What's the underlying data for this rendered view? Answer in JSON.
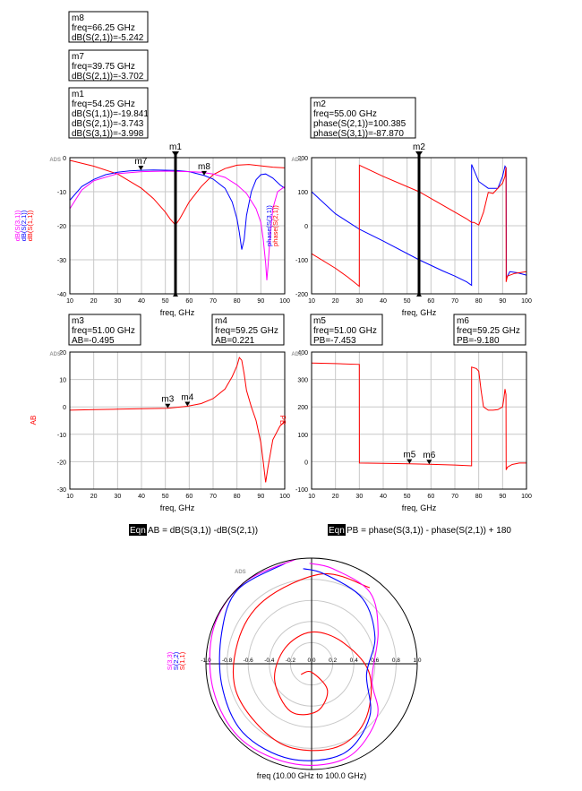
{
  "colors": {
    "red": "#ff0000",
    "blue": "#0000ff",
    "magenta": "#ff00ff",
    "grid": "#c8c8c8",
    "frame": "#000000",
    "watermark": "#9a9a9a"
  },
  "watermark": "ADS",
  "markers": {
    "m8": [
      "m8",
      "freq=66.25 GHz",
      "dB(S(2,1))=-5.242"
    ],
    "m7": [
      "m7",
      "freq=39.75 GHz",
      "dB(S(2,1))=-3.702"
    ],
    "m1": [
      "m1",
      "freq=54.25 GHz",
      "dB(S(1,1))=-19.841",
      "dB(S(2,1))=-3.743",
      "dB(S(3,1))=-3.998"
    ],
    "m2": [
      "m2",
      "freq=55.00 GHz",
      "phase(S(2,1))=100.385",
      "phase(S(3,1))=-87.870"
    ],
    "m3": [
      "m3",
      "freq=51.00 GHz",
      "AB=-0.495"
    ],
    "m4": [
      "m4",
      "freq=59.25 GHz",
      "AB=0.221"
    ],
    "m5": [
      "m5",
      "freq=51.00 GHz",
      "PB=-7.453"
    ],
    "m6": [
      "m6",
      "freq=59.25 GHz",
      "PB=-9.180"
    ]
  },
  "equations": [
    {
      "tag": "Eqn",
      "text": "AB = dB(S(3,1)) -dB(S(2,1))"
    },
    {
      "tag": "Eqn",
      "text": "PB = phase(S(3,1)) - phase(S(2,1)) + 180"
    }
  ],
  "chart_data": [
    {
      "type": "line",
      "xlabel": "freq, GHz",
      "xlim": [
        10,
        100
      ],
      "ylim": [
        -40,
        0
      ],
      "xticks": [
        "10",
        "20",
        "30",
        "40",
        "50",
        "60",
        "70",
        "80",
        "90",
        "100"
      ],
      "yticks": [
        "0",
        "-10",
        "-20",
        "-30",
        "-40"
      ],
      "ylabels_left": [
        "dB(S(3,1))",
        "dB(S(2,1))",
        "dB(S(1,1))"
      ],
      "ylabels_right": [
        "phase(S(3,1))",
        "phase(S(2,1))"
      ],
      "series": [
        {
          "name": "dB(S(1,1))",
          "color": "red",
          "x": [
            10,
            20,
            30,
            40,
            45,
            50,
            52,
            54.25,
            56,
            60,
            65,
            70,
            75,
            80,
            85,
            90,
            95,
            100
          ],
          "y": [
            -0.8,
            -2.5,
            -4.8,
            -9,
            -12,
            -16,
            -18,
            -19.8,
            -18,
            -13,
            -8.5,
            -5,
            -3.2,
            -2.2,
            -2,
            -2.4,
            -2.8,
            -3
          ]
        },
        {
          "name": "dB(S(2,1))",
          "color": "blue",
          "x": [
            10,
            15,
            20,
            25,
            30,
            35,
            39.75,
            45,
            54.25,
            60,
            66.25,
            70,
            75,
            78,
            80,
            81,
            82,
            83,
            84,
            86,
            88,
            90,
            92,
            95,
            98,
            100
          ],
          "y": [
            -12.5,
            -8.5,
            -6.4,
            -5,
            -4.3,
            -3.9,
            -3.7,
            -3.6,
            -3.74,
            -4.1,
            -5.24,
            -6.3,
            -9,
            -13,
            -18,
            -22,
            -27,
            -24,
            -17,
            -10,
            -6.5,
            -5,
            -4.8,
            -6,
            -8,
            -9
          ]
        },
        {
          "name": "dB(S(3,1))",
          "color": "magenta",
          "x": [
            10,
            15,
            20,
            30,
            40,
            50,
            54.25,
            60,
            65,
            70,
            75,
            80,
            84,
            88,
            90,
            91,
            92,
            92.5,
            93,
            94,
            95,
            97,
            100
          ],
          "y": [
            -15,
            -9.5,
            -6.8,
            -4.7,
            -4.1,
            -3.95,
            -4.0,
            -4.1,
            -4.3,
            -4.8,
            -5.8,
            -8,
            -10.5,
            -15,
            -19,
            -24,
            -31,
            -36,
            -32,
            -22,
            -15,
            -10,
            -8.5
          ]
        }
      ],
      "markers": [
        {
          "name": "m7",
          "x": 39.75,
          "y": -3.702
        },
        {
          "name": "m8",
          "x": 66.25,
          "y": -5.242
        },
        {
          "name": "m1",
          "x": 54.25,
          "y": -19.841
        }
      ]
    },
    {
      "type": "line",
      "xlabel": "freq, GHz",
      "xlim": [
        10,
        100
      ],
      "ylim": [
        -200,
        200
      ],
      "xticks": [
        "10",
        "20",
        "30",
        "40",
        "50",
        "60",
        "70",
        "80",
        "90",
        "100"
      ],
      "yticks": [
        "200",
        "100",
        "0",
        "-100",
        "-200"
      ],
      "series": [
        {
          "name": "phase(S(2,1))",
          "color": "blue",
          "x": [
            10,
            20,
            30,
            40,
            55,
            65,
            70,
            75,
            77,
            77.01,
            80,
            84,
            88,
            90,
            91,
            91.5,
            91.6,
            93,
            96,
            100
          ],
          "y": [
            100,
            35,
            -10,
            -45,
            -100,
            -133,
            -148,
            -165,
            -175,
            180,
            130,
            110,
            110,
            145,
            175,
            170,
            -155,
            -135,
            -138,
            -145
          ]
        },
        {
          "name": "phase(S(3,1))",
          "color": "red",
          "x": [
            10,
            20,
            25,
            30,
            30.01,
            40,
            55,
            65,
            70,
            75,
            77,
            78,
            80,
            82,
            84,
            86,
            88,
            90,
            91,
            91.4,
            91.5,
            92,
            95,
            100
          ],
          "y": [
            -82,
            -125,
            -150,
            -178,
            178,
            145,
            100,
            60,
            40,
            20,
            10,
            10,
            2,
            40,
            98,
            95,
            110,
            125,
            145,
            172,
            -165,
            -148,
            -140,
            -135
          ]
        }
      ],
      "markers": [
        {
          "name": "m2",
          "x": 55.0,
          "y": 100.385
        }
      ]
    },
    {
      "type": "line",
      "xlabel": "freq, GHz",
      "xlim": [
        10,
        100
      ],
      "ylim": [
        -30,
        20
      ],
      "xticks": [
        "10",
        "20",
        "30",
        "40",
        "50",
        "60",
        "70",
        "80",
        "90",
        "100"
      ],
      "yticks": [
        "20",
        "10",
        "0",
        "-10",
        "-20",
        "-30"
      ],
      "ylabel": "AB",
      "ylabel_right": "PB",
      "series": [
        {
          "name": "AB",
          "color": "red",
          "x": [
            10,
            20,
            30,
            40,
            51,
            59.25,
            65,
            70,
            75,
            78,
            80,
            81,
            82,
            83,
            84,
            86,
            88,
            90,
            91,
            92,
            93,
            95,
            98,
            100
          ],
          "y": [
            -1.2,
            -1.0,
            -0.85,
            -0.7,
            -0.495,
            0.221,
            1.2,
            3,
            6.5,
            11,
            15,
            18,
            17,
            12,
            6,
            0,
            -5,
            -13,
            -20,
            -27.5,
            -22,
            -12,
            -7,
            -5.3
          ]
        }
      ],
      "markers": [
        {
          "name": "m3",
          "x": 51.0,
          "y": -0.495
        },
        {
          "name": "m4",
          "x": 59.25,
          "y": 0.221
        }
      ]
    },
    {
      "type": "line",
      "xlabel": "freq, GHz",
      "xlim": [
        10,
        100
      ],
      "ylim": [
        -100,
        400
      ],
      "xticks": [
        "10",
        "20",
        "30",
        "40",
        "50",
        "60",
        "70",
        "80",
        "90",
        "100"
      ],
      "yticks": [
        "400",
        "300",
        "200",
        "100",
        "0",
        "-100"
      ],
      "series": [
        {
          "name": "PB",
          "color": "red",
          "x": [
            10,
            20,
            30,
            30.01,
            40,
            51,
            59.25,
            70,
            77,
            77.01,
            79,
            80,
            81,
            82,
            84,
            86,
            88,
            90,
            90.5,
            91,
            91.4,
            91.5,
            92,
            94,
            97,
            100
          ],
          "y": [
            360,
            358,
            355,
            -5,
            -6,
            -7.5,
            -9.2,
            -12,
            -15,
            345,
            340,
            330,
            260,
            200,
            188,
            188,
            190,
            200,
            230,
            265,
            245,
            -30,
            -20,
            -10,
            -5,
            -5
          ]
        }
      ],
      "markers": [
        {
          "name": "m5",
          "x": 51.0,
          "y": -7.453
        },
        {
          "name": "m6",
          "x": 59.25,
          "y": -9.18
        }
      ]
    },
    {
      "type": "polar",
      "xlabel": "freq (10.00 GHz to 100.0 GHz)",
      "rticks": [
        "-1.0",
        "-0.8",
        "-0.6",
        "-0.4",
        "-0.2",
        "0.0",
        "0.2",
        "0.4",
        "0.6",
        "0.8",
        "1.0"
      ],
      "ylabels": [
        "S(3,3)",
        "S(2,2)",
        "S(1,1)"
      ],
      "series": [
        {
          "name": "S(1,1)",
          "color": "red",
          "points": [
            [
              0.55,
              0.72
            ],
            [
              0.1,
              0.85
            ],
            [
              -0.45,
              0.6
            ],
            [
              -0.7,
              0.2
            ],
            [
              -0.7,
              -0.3
            ],
            [
              -0.3,
              -0.75
            ],
            [
              0.2,
              -0.8
            ],
            [
              0.5,
              -0.55
            ],
            [
              0.55,
              -0.1
            ],
            [
              0.3,
              0.2
            ],
            [
              0,
              0.3
            ],
            [
              -0.25,
              0.15
            ],
            [
              -0.35,
              -0.15
            ],
            [
              -0.2,
              -0.45
            ],
            [
              0.05,
              -0.45
            ],
            [
              0.15,
              -0.25
            ],
            [
              0,
              -0.08
            ],
            [
              -0.1,
              -0.1
            ]
          ]
        },
        {
          "name": "S(2,2)",
          "color": "blue",
          "points": [
            [
              -0.25,
              0.95
            ],
            [
              -0.7,
              0.7
            ],
            [
              -0.85,
              0.3
            ],
            [
              -0.85,
              -0.2
            ],
            [
              -0.65,
              -0.65
            ],
            [
              -0.2,
              -0.9
            ],
            [
              0.3,
              -0.85
            ],
            [
              0.55,
              -0.5
            ],
            [
              0.52,
              -0.1
            ],
            [
              0.6,
              0.25
            ],
            [
              0.48,
              0.62
            ],
            [
              0.12,
              0.85
            ],
            [
              -0.08,
              0.9
            ]
          ]
        },
        {
          "name": "S(3,3)",
          "color": "magenta",
          "points": [
            [
              -0.15,
              0.99
            ],
            [
              -0.65,
              0.76
            ],
            [
              -0.93,
              0.33
            ],
            [
              -0.93,
              -0.25
            ],
            [
              -0.66,
              -0.72
            ],
            [
              -0.15,
              -0.95
            ],
            [
              0.35,
              -0.88
            ],
            [
              0.62,
              -0.5
            ],
            [
              0.57,
              -0.15
            ],
            [
              0.63,
              0.3
            ],
            [
              0.55,
              0.68
            ],
            [
              0.2,
              0.9
            ],
            [
              -0.02,
              0.95
            ]
          ]
        }
      ]
    }
  ]
}
